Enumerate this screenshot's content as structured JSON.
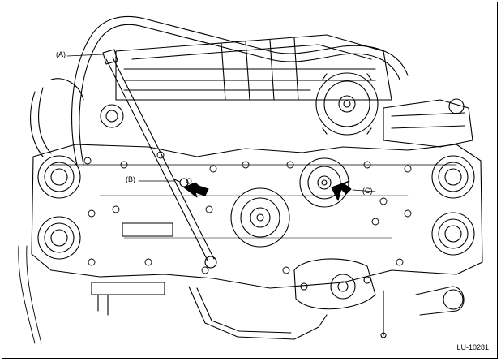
{
  "diagram": {
    "callouts": {
      "a": "(A)",
      "b": "(B)",
      "c": "(C)"
    },
    "figure_code": "LU-10281",
    "colors": {
      "line": "#000000",
      "fill": "#ffffff",
      "arrow": "#000000"
    },
    "icons": [
      "pointer-arrow-icon"
    ]
  }
}
